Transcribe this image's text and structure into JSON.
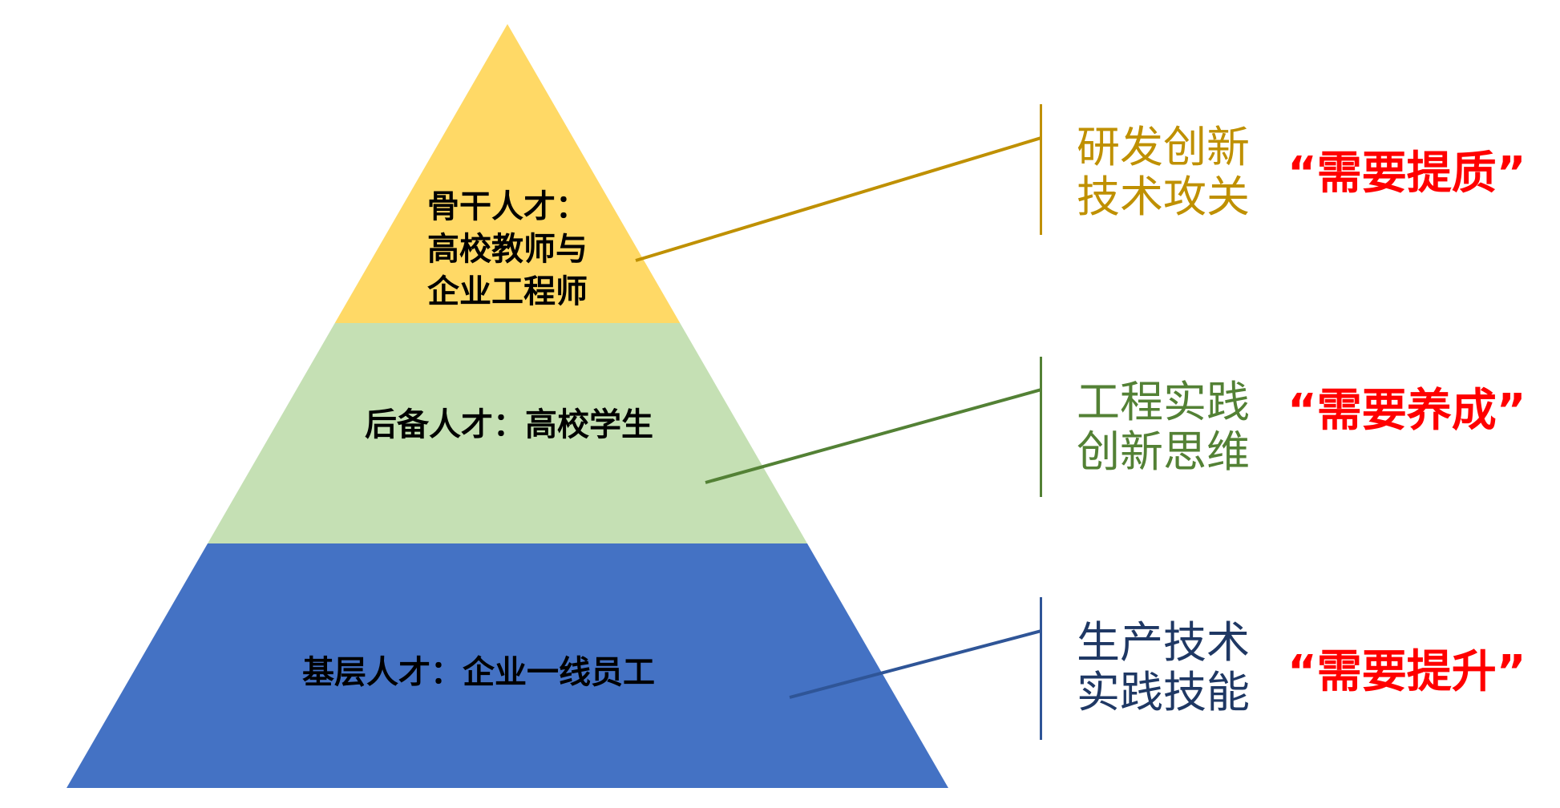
{
  "colors": {
    "tier_top_fill": "#FFD966",
    "tier_middle_fill": "#C5E0B4",
    "tier_bottom_fill": "#4472C4",
    "annotation_gold": "#BF9000",
    "annotation_green": "#538135",
    "annotation_blue_line": "#2F5597",
    "annotation_navy_text": "#1F3864",
    "callout_red": "#FF0000",
    "tier_text": "#000000",
    "background": "#FFFFFF"
  },
  "pyramid": {
    "tiers": [
      {
        "position": "top",
        "label": "骨干人才：\n高校教师与\n企业工程师",
        "fill": "#FFD966"
      },
      {
        "position": "middle",
        "label": "后备人才：高校学生",
        "fill": "#C5E0B4"
      },
      {
        "position": "bottom",
        "label": "基层人才：企业一线员工",
        "fill": "#4472C4"
      }
    ]
  },
  "annotations": [
    {
      "target_tier": "top",
      "label": "研发创新\n技术攻关",
      "label_color": "#BF9000",
      "line_color": "#BF9000",
      "callout": "“需要提质”",
      "callout_color": "#FF0000"
    },
    {
      "target_tier": "middle",
      "label": "工程实践\n创新思维",
      "label_color": "#538135",
      "line_color": "#538135",
      "callout": "“需要养成”",
      "callout_color": "#FF0000"
    },
    {
      "target_tier": "bottom",
      "label": "生产技术\n实践技能",
      "label_color": "#1F3864",
      "line_color": "#2F5597",
      "callout": "“需要提升”",
      "callout_color": "#FF0000"
    }
  ]
}
